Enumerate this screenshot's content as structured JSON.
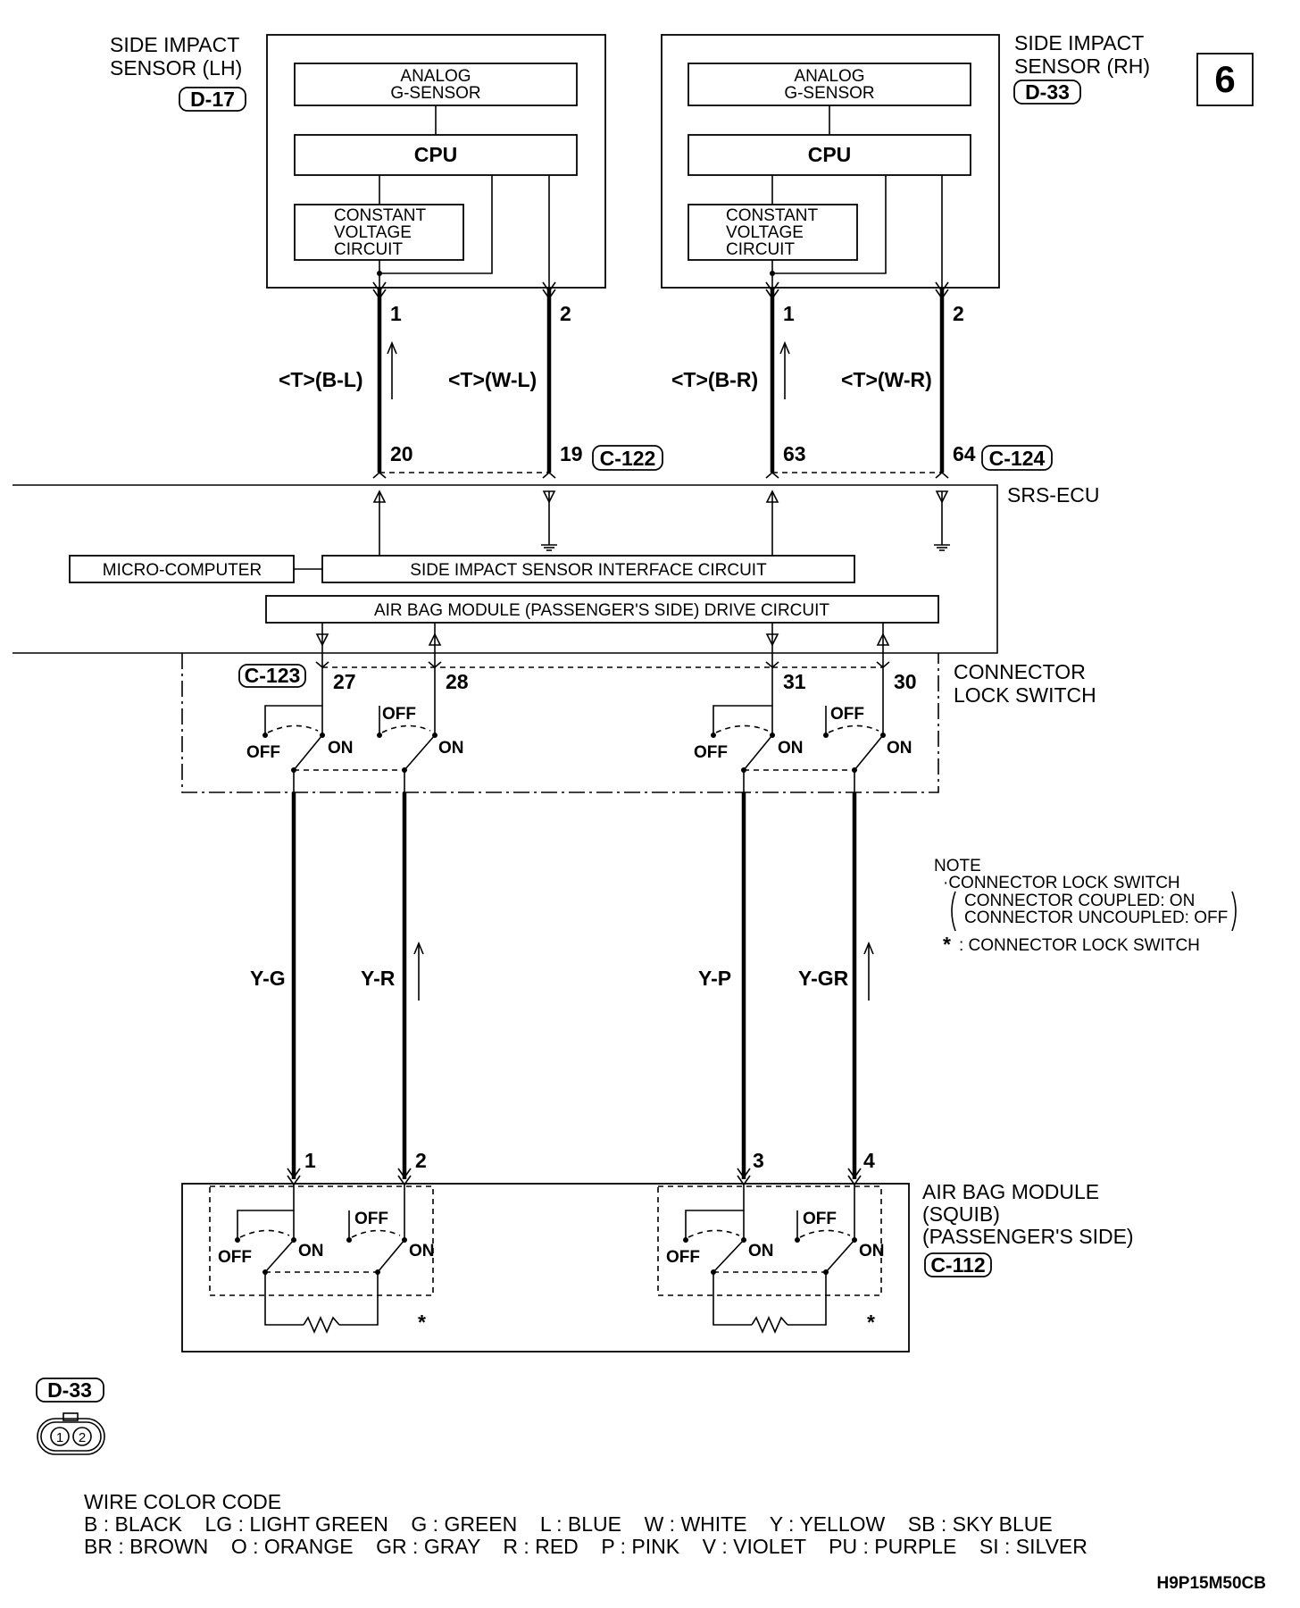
{
  "page_number": "6",
  "figure_code": "H9P15M50CB",
  "sensor_lh": {
    "title_line1": "SIDE IMPACT",
    "title_line2": "SENSOR (LH)",
    "connector": "D-17",
    "g_sensor_line1": "ANALOG",
    "g_sensor_line2": "G-SENSOR",
    "cpu": "CPU",
    "cvc_line1": "CONSTANT",
    "cvc_line2": "VOLTAGE",
    "cvc_line3": "CIRCUIT",
    "pin1": "1",
    "pin2": "2",
    "wire1_label": "<T>(B-L)",
    "wire2_label": "<T>(W-L)",
    "ecu_pin1": "20",
    "ecu_pin2": "19",
    "ecu_connector": "C-122"
  },
  "sensor_rh": {
    "title_line1": "SIDE IMPACT",
    "title_line2": "SENSOR (RH)",
    "connector": "D-33",
    "g_sensor_line1": "ANALOG",
    "g_sensor_line2": "G-SENSOR",
    "cpu": "CPU",
    "cvc_line1": "CONSTANT",
    "cvc_line2": "VOLTAGE",
    "cvc_line3": "CIRCUIT",
    "pin1": "1",
    "pin2": "2",
    "wire1_label": "<T>(B-R)",
    "wire2_label": "<T>(W-R)",
    "ecu_pin1": "63",
    "ecu_pin2": "64",
    "ecu_connector": "C-124"
  },
  "ecu": {
    "label": "SRS-ECU",
    "micro": "MICRO-COMPUTER",
    "interface": "SIDE IMPACT SENSOR INTERFACE CIRCUIT",
    "drive": "AIR BAG MODULE (PASSENGER'S SIDE) DRIVE CIRCUIT"
  },
  "lock_switch": {
    "label_line1": "CONNECTOR",
    "label_line2": "LOCK SWITCH",
    "connector": "C-123",
    "pins": [
      "27",
      "28",
      "31",
      "30"
    ],
    "off": "OFF",
    "on": "ON"
  },
  "wires": [
    "Y-G",
    "Y-R",
    "Y-P",
    "Y-GR"
  ],
  "note": {
    "title": "NOTE",
    "line1": "·CONNECTOR LOCK SWITCH",
    "line2": "CONNECTOR COUPLED: ON",
    "line3": "CONNECTOR UNCOUPLED: OFF",
    "star": "*",
    "line4": ": CONNECTOR LOCK SWITCH"
  },
  "airbag": {
    "label_line1": "AIR BAG MODULE",
    "label_line2": "(SQUIB)",
    "label_line3": "(PASSENGER'S SIDE)",
    "connector": "C-112",
    "pins": [
      "1",
      "2",
      "3",
      "4"
    ],
    "star": "*"
  },
  "connector_view": {
    "label": "D-33",
    "pin1": "1",
    "pin2": "2"
  },
  "wire_color_code": {
    "title": "WIRE COLOR CODE",
    "row1": "B : BLACK    LG : LIGHT GREEN    G : GREEN    L : BLUE    W : WHITE    Y : YELLOW    SB : SKY BLUE",
    "row2": "BR : BROWN    O : ORANGE    GR : GRAY    R : RED    P : PINK    V : VIOLET    PU : PURPLE    SI : SILVER"
  }
}
